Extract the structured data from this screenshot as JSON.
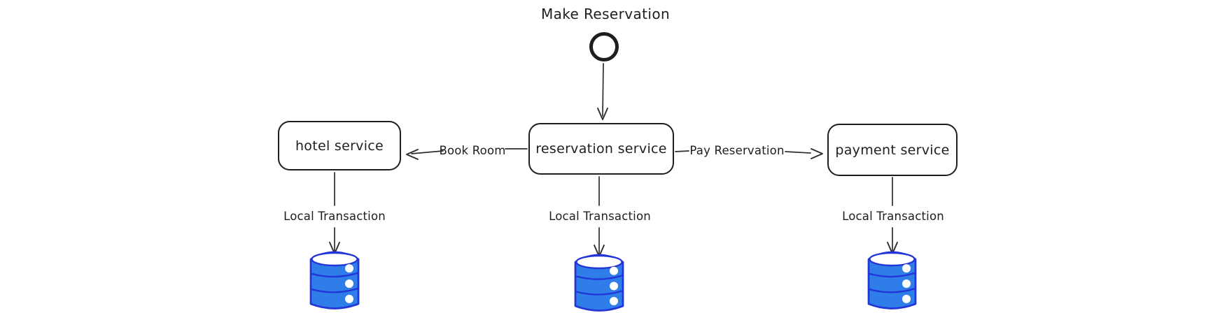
{
  "diagram": {
    "title": "Make Reservation",
    "start_node": {
      "shape": "circle"
    },
    "nodes": [
      {
        "id": "hotel-service",
        "label": "hotel service"
      },
      {
        "id": "reservation-service",
        "label": "reservation service"
      },
      {
        "id": "payment-service",
        "label": "payment service"
      }
    ],
    "edges": [
      {
        "id": "make-reservation-arrow",
        "from": "start-circle",
        "to": "reservation-service"
      },
      {
        "id": "book-room-arrow",
        "from": "reservation-service",
        "to": "hotel-service",
        "label": "Book Room"
      },
      {
        "id": "pay-reservation-arrow",
        "from": "reservation-service",
        "to": "payment-service",
        "label": "Pay Reservation"
      },
      {
        "id": "local-transaction-hotel-arrow",
        "from": "hotel-service",
        "to": "hotel-database",
        "label": "Local Transaction"
      },
      {
        "id": "local-transaction-reservation-arrow",
        "from": "reservation-service",
        "to": "reservation-database",
        "label": "Local Transaction"
      },
      {
        "id": "local-transaction-payment-arrow",
        "from": "payment-service",
        "to": "payment-database",
        "label": "Local Transaction"
      }
    ],
    "icons": [
      {
        "name": "hotel-database-cylinder-icon"
      },
      {
        "name": "reservation-database-cylinder-icon"
      },
      {
        "name": "payment-database-cylinder-icon"
      }
    ],
    "colors": {
      "background": "#ffffff",
      "stroke": "#1e1e1e",
      "arrow": "#2d2d2d",
      "db_fill": "#2e7de9",
      "db_stroke": "#2435d8",
      "db_detail": "#ffffff"
    }
  }
}
